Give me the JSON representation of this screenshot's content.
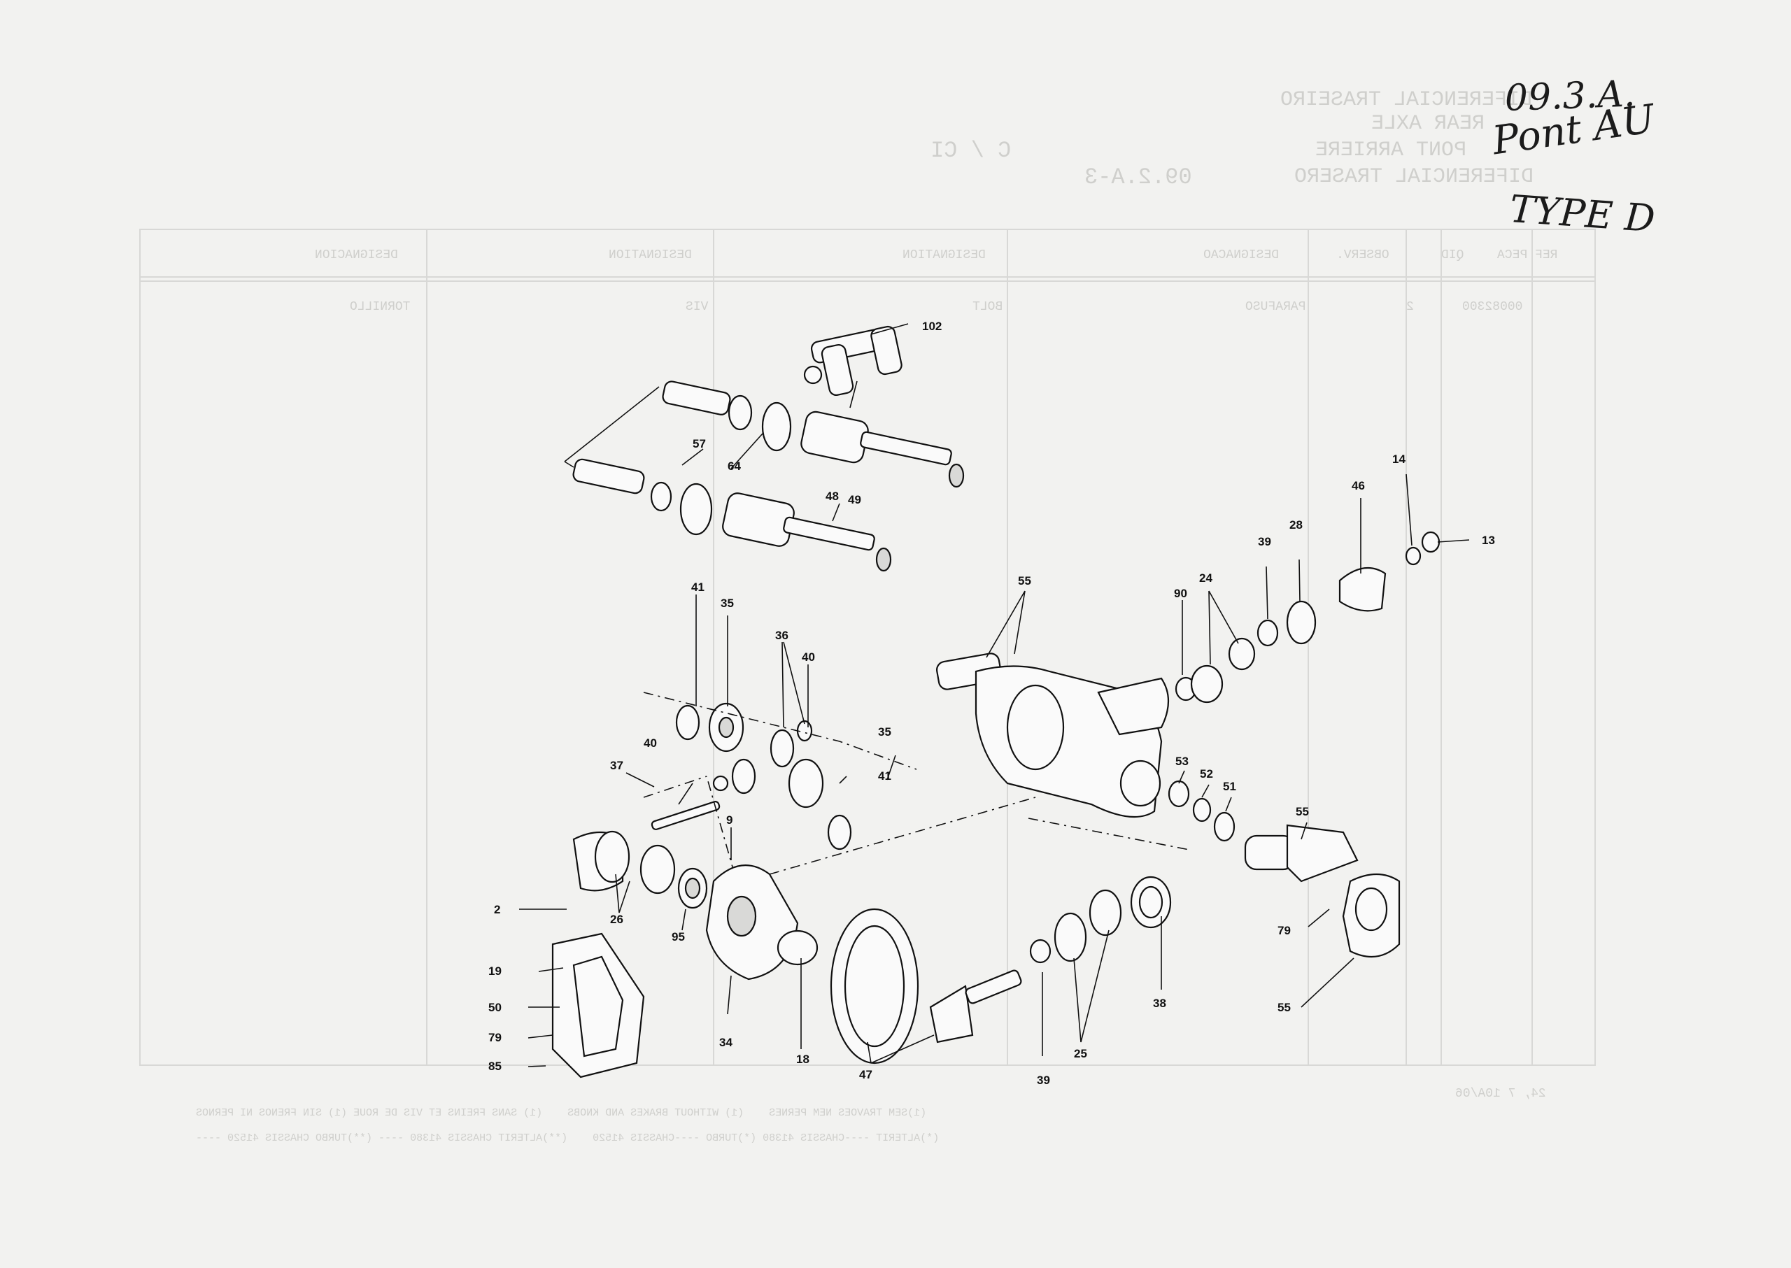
{
  "handwritten": {
    "line1": "09.3.A.",
    "line2": "Pont AU",
    "line3": "TYPE D"
  },
  "bleed_header": {
    "titles": [
      "DIFERENCIAL TRASEIRO",
      "REAR AXLE",
      "PONT ARRIERE",
      "DIFERENCIAL TRASERO"
    ],
    "code_left": "C / CI",
    "code_right": "09.2.A-3"
  },
  "bleed_table": {
    "headers": [
      "REF PECA",
      "QID",
      "OBSERV.",
      "DESIGNACAO",
      "DESIGNATION",
      "DESIGNATION",
      "DESIGNACION"
    ],
    "row": [
      "00082300",
      "2",
      "",
      "PARAFUSO",
      "BOLT",
      "VIS",
      "TORNILLO"
    ]
  },
  "bleed_footer": {
    "page_note": "24, 7 10A/06",
    "line1": "(1)SEM TRAVOES NEM PERNES    (1) WITHOUT BRAKES AND KNOBS    (1) SANS FREINS ET VIS DE ROUE (1) SIN FRENOS NI PERNOS",
    "line2": "(*)ALTERIT ----CHASSIS 41380 (*)TURBO ----CHASSIS 41520    (**)ALTERIT CHASSIS 41380 ---- (**)TURBO CHASSIS 41520 ----"
  },
  "labels": {
    "l102": "102",
    "l57": "57",
    "l64": "64",
    "l48": "48",
    "l49": "49",
    "l41a": "41",
    "l35a": "35",
    "l36": "36",
    "l40a": "40",
    "l40b": "40",
    "l35b": "35",
    "l41b": "41",
    "l37": "37",
    "l9": "9",
    "l2": "2",
    "l26a": "26",
    "l95": "95",
    "l19": "19",
    "l50": "50",
    "l79a": "79",
    "l85": "85",
    "l34": "34",
    "l18": "18",
    "l47": "47",
    "l39a": "39",
    "l25": "25",
    "l38": "38",
    "l55a": "55",
    "l90": "90",
    "l24": "24",
    "l39b": "39",
    "l28": "28",
    "l46": "46",
    "l14": "14",
    "l13": "13",
    "l53": "53",
    "l52": "52",
    "l51": "51",
    "l55b": "55",
    "l79b": "79",
    "l55c": "55"
  }
}
